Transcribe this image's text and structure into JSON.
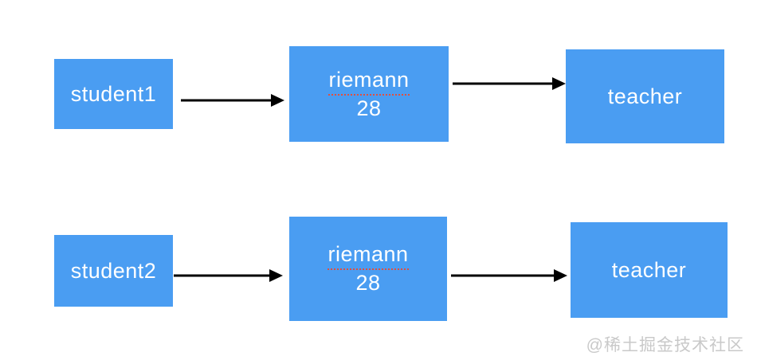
{
  "diagram": {
    "rows": [
      {
        "student_label": "student1",
        "middle_name": "riemann",
        "middle_age": "28",
        "teacher_label": "teacher"
      },
      {
        "student_label": "student2",
        "middle_name": "riemann",
        "middle_age": "28",
        "teacher_label": "teacher"
      }
    ]
  },
  "watermark": "@稀土掘金技术社区",
  "colors": {
    "node_fill": "#4a9df2",
    "node_text": "#ffffff",
    "arrow": "#000000",
    "spellcheck_underline": "#e04f3f",
    "watermark_text": "#c9c9c9",
    "background": "#ffffff"
  }
}
